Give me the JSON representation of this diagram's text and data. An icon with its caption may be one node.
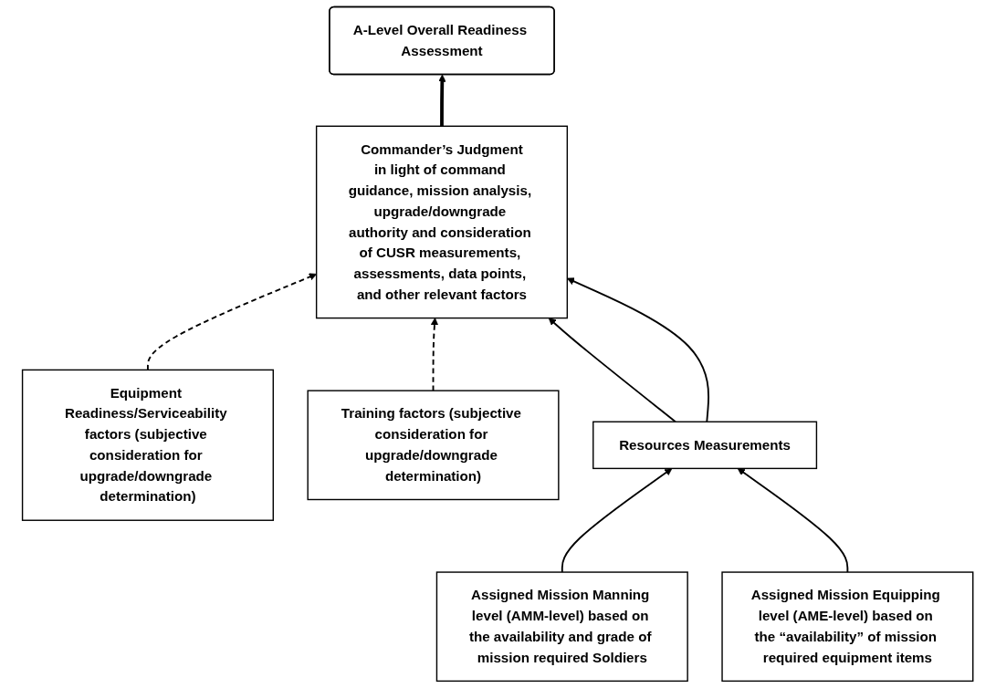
{
  "diagram": {
    "nodes": [
      {
        "text": [
          "A-Level Overall Readiness Assessment"
        ]
      },
      {
        "text": [
          "Commander’s Judgment",
          "in light of command guidance, mission analysis, upgrade/downgrade authority and consideration of CUSR measurements, assessments, data points, and other relevant factors"
        ]
      },
      {
        "text": [
          "Equipment Readiness/Serviceability factors (subjective consideration for upgrade/downgrade determination)"
        ]
      },
      {
        "text": [
          "Training factors (subjective consideration for upgrade/downgrade determination)"
        ]
      },
      {
        "text": [
          "Resources Measurements"
        ]
      },
      {
        "text": [
          "Assigned Mission Manning level (AMM-level) based on the availability and grade of mission required Soldiers"
        ]
      },
      {
        "text": [
          "Assigned Mission Equipping level (AME-level) based on the “availability” of mission required equipment items"
        ]
      }
    ],
    "edges": [
      {
        "from": 1,
        "to": 0,
        "arrow": "to",
        "style": "thick"
      },
      {
        "from": 2,
        "to": 1,
        "arrow": "to",
        "style": "dashed"
      },
      {
        "from": 3,
        "to": 1,
        "arrow": "to",
        "style": "dashed"
      },
      {
        "from": 4,
        "to": 1,
        "arrow": "to"
      },
      {
        "from": 4,
        "to": 1,
        "arrow": "to"
      },
      {
        "from": 5,
        "to": 4,
        "arrow": "to"
      },
      {
        "from": 6,
        "to": 4,
        "arrow": "to"
      }
    ]
  }
}
